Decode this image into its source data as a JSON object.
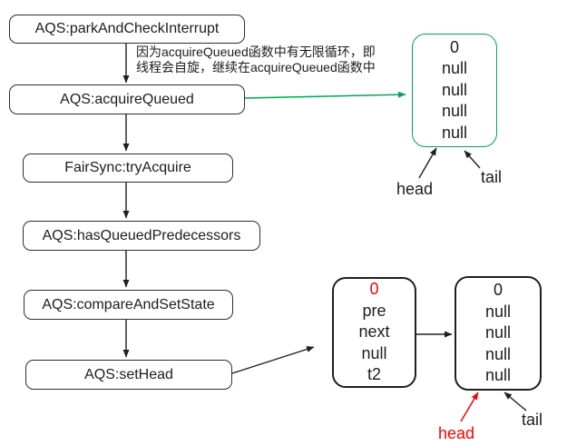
{
  "flow": {
    "boxes": [
      {
        "id": "park-and-check-interrupt",
        "label": "AQS:parkAndCheckInterrupt"
      },
      {
        "id": "acquire-queued",
        "label": "AQS:acquireQueued"
      },
      {
        "id": "try-acquire",
        "label": "FairSync:tryAcquire"
      },
      {
        "id": "has-queued-predecessors",
        "label": "AQS:hasQueuedPredecessors"
      },
      {
        "id": "compare-and-set-state",
        "label": "AQS:compareAndSetState"
      },
      {
        "id": "set-head",
        "label": "AQS:setHead"
      }
    ]
  },
  "annotation": {
    "line1": "因为acquireQueued函数中有无限循环，即",
    "line2": "线程会自旋，继续在acquireQueued函数中"
  },
  "queue_nodes": {
    "initial": {
      "values": [
        "0",
        "null",
        "null",
        "null",
        "null"
      ]
    },
    "t2_node": {
      "values": [
        "0",
        "pre",
        "next",
        "null",
        "t2"
      ]
    },
    "new_head": {
      "values": [
        "0",
        "null",
        "null",
        "null",
        "null"
      ]
    }
  },
  "labels": {
    "top_head": "head",
    "top_tail": "tail",
    "bottom_head": "head",
    "bottom_tail": "tail"
  },
  "colors": {
    "green": "#00a651",
    "red": "#ff0000",
    "line": "#1f1f1f"
  }
}
